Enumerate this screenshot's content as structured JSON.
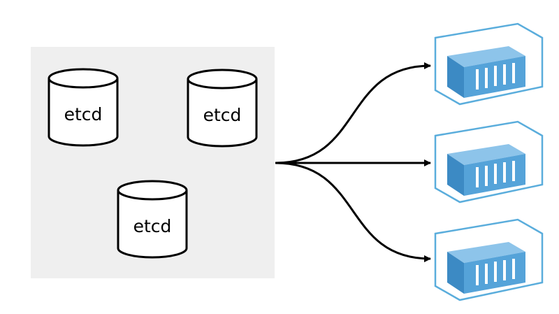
{
  "databases": [
    {
      "label": "etcd"
    },
    {
      "label": "etcd"
    },
    {
      "label": "etcd"
    }
  ],
  "containers": [
    {
      "icon": "container-icon"
    },
    {
      "icon": "container-icon"
    },
    {
      "icon": "container-icon"
    }
  ],
  "colors": {
    "cluster_background": "#efefef",
    "container_blue": "#55a3d9",
    "container_dark": "#3c8ac4",
    "hex_outline": "#5aaddc",
    "stroke": "#000000"
  }
}
